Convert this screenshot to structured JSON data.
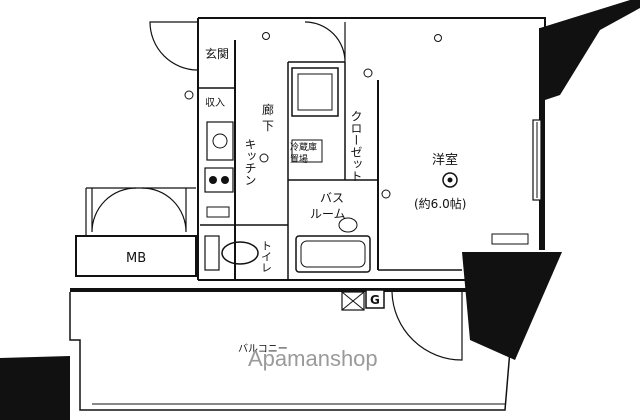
{
  "rooms": {
    "entrance": "玄関",
    "storage": "収入",
    "corridor_1": "廊",
    "corridor_2": "下",
    "kitchen": "キッチン",
    "closet": "クローゼット",
    "western_room": "洋室",
    "western_room_size": "(約6.0帖)",
    "bathroom_1": "バス",
    "bathroom_2": "ルーム",
    "toilet": "トイレ",
    "fridge_1": "冷蔵庫",
    "fridge_2": "置場",
    "mb": "MB",
    "balcony": "バルコニー",
    "gas_meter": "G"
  },
  "watermark": "Apamanshop",
  "colors": {
    "line": "#111111",
    "fill": "#111111",
    "watermark": "#9a9a9a"
  }
}
